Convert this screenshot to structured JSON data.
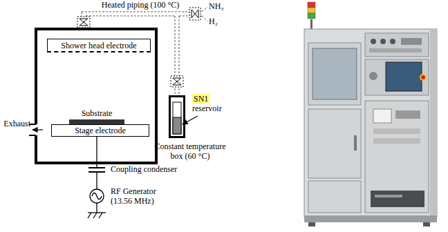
{
  "diagram": {
    "nodes": [
      {
        "text": [
          "Shower head electrode"
        ]
      },
      {
        "text": [
          "Stage electrode"
        ]
      },
      {
        "text": [
          "Constant temperature box (60 °C)"
        ]
      }
    ],
    "labels": [
      "Heated piping (100 °C)",
      "NH₃",
      "H₂",
      "SN1",
      "reservoir",
      "Substrate",
      "Exhaust",
      "Coupling condenser",
      "RF Generator (13.56 MHz)"
    ]
  }
}
